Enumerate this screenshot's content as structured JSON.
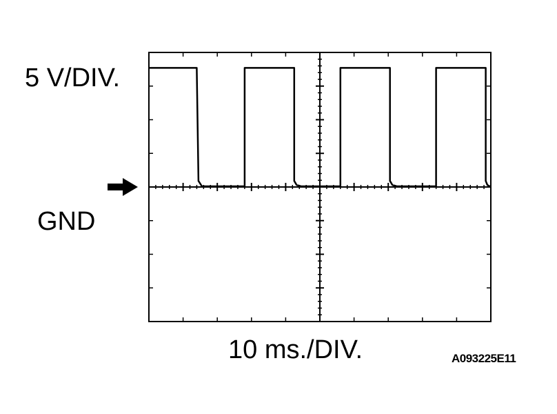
{
  "chart_data": {
    "type": "line",
    "title": "",
    "ylabel": "5 V/DIV.",
    "xlabel": "10 ms./DIV.",
    "ground_marker": "GND",
    "divisions": {
      "x": 10,
      "y": 8
    },
    "volts_per_div": 5,
    "ms_per_div": 10,
    "x_unit": "ms",
    "y_unit": "V",
    "xlim": [
      0,
      100
    ],
    "ylim": [
      -20,
      20
    ],
    "grid": false,
    "center_graticule": true,
    "series": [
      {
        "x": [
          0,
          14,
          14.5,
          15.5,
          28,
          28,
          42.5,
          42.5,
          43.2,
          44.5,
          56,
          56,
          70.5,
          70.5,
          71.2,
          72.5,
          84,
          84,
          98.5,
          98.5,
          99,
          100
        ],
        "y": [
          17.7,
          17.7,
          0.9,
          0.1,
          0.1,
          17.7,
          17.7,
          0.9,
          0.3,
          0.1,
          0.1,
          17.7,
          17.7,
          0.9,
          0.3,
          0.1,
          0.1,
          17.7,
          17.7,
          0.9,
          0.3,
          0
        ]
      }
    ],
    "line_color": "#000000"
  },
  "figure_code": "A093225E11"
}
